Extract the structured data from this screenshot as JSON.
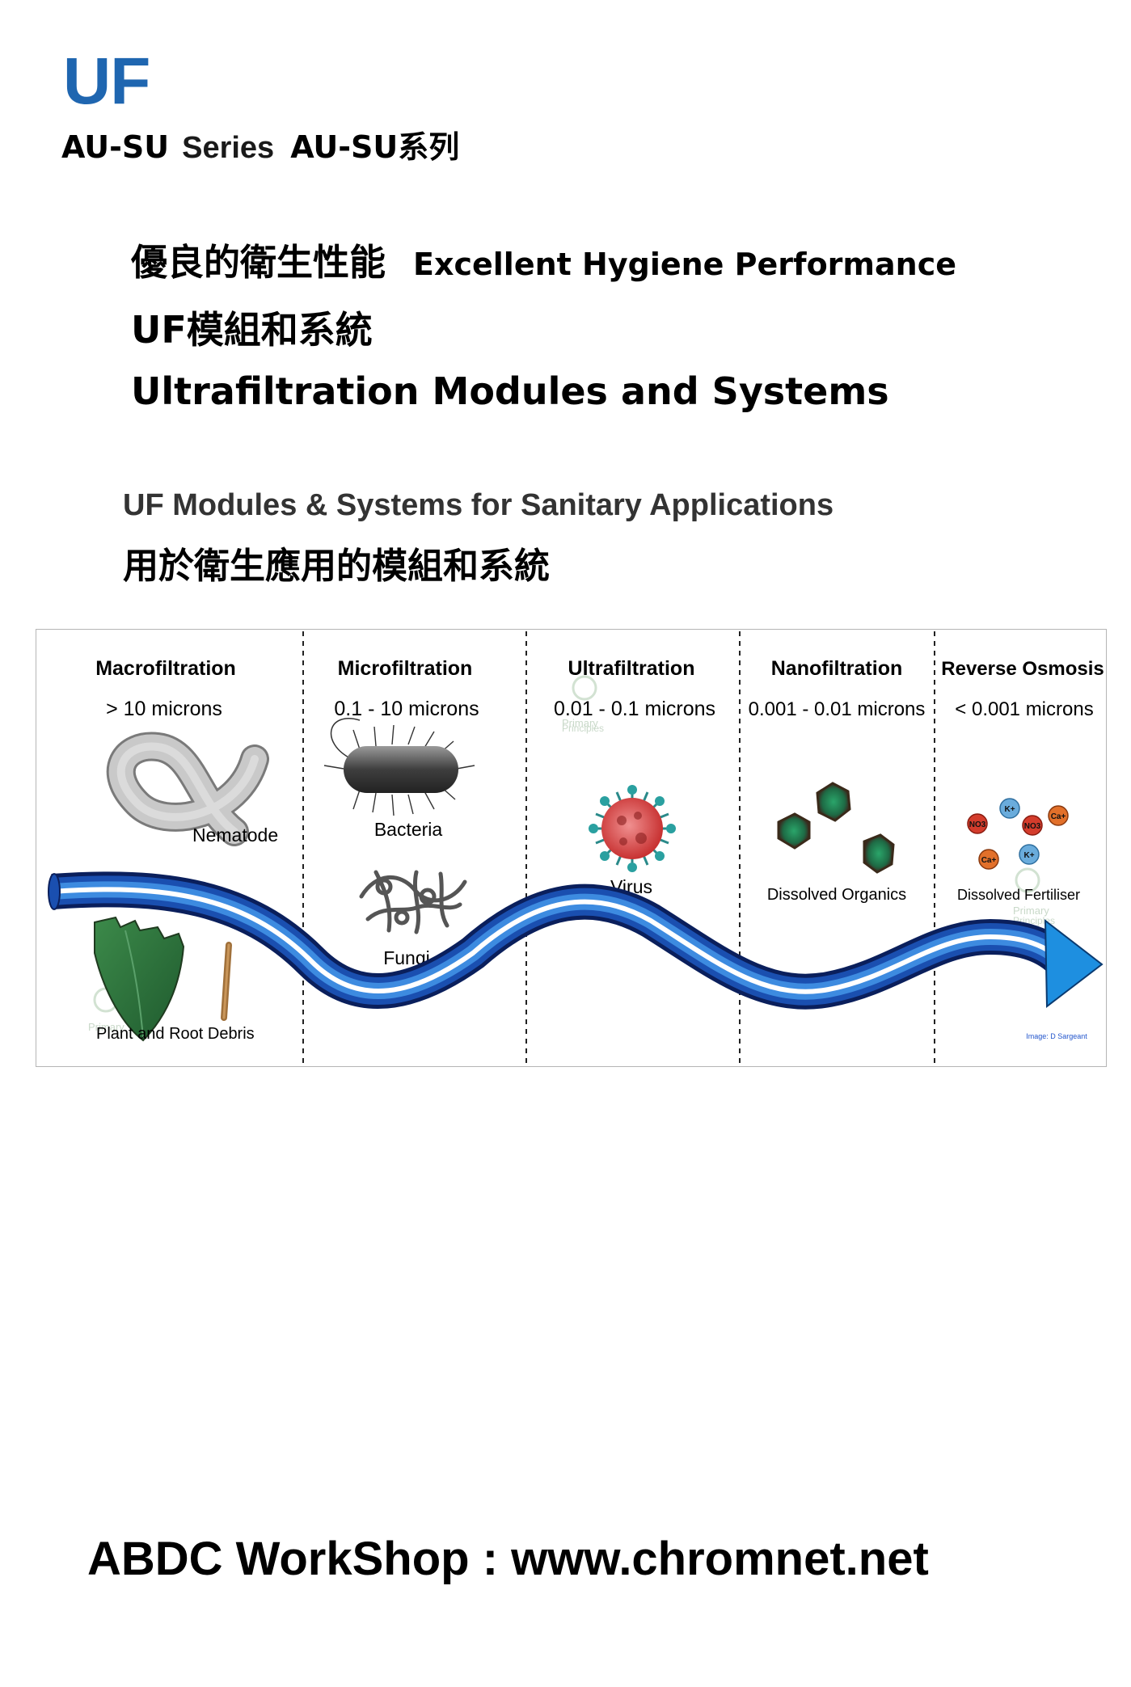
{
  "brand": {
    "logo": "UF",
    "series_en_1": "AU-SU",
    "series_en_2": "Series",
    "series_zh": "AU-SU系列"
  },
  "headline": {
    "line1_zh": "優良的衛生性能",
    "line1_en": "Excellent Hygiene Performance",
    "line2": "UF模組和系統",
    "line3": "Ultrafiltration Modules and Systems"
  },
  "subtitle": {
    "en": "UF Modules & Systems for Sanitary Applications",
    "zh": "用於衛生應用的模組和系統"
  },
  "diagram": {
    "columns": [
      {
        "title": "Macrofiltration",
        "range": "> 10 microns"
      },
      {
        "title": "Microfiltration",
        "range": "0.1 - 10 microns"
      },
      {
        "title": "Ultrafiltration",
        "range": "0.01 - 0.1 microns"
      },
      {
        "title": "Nanofiltration",
        "range": "0.001 - 0.01 microns"
      },
      {
        "title": "Reverse Osmosis",
        "range": "< 0.001 microns"
      }
    ],
    "labels": {
      "nematode": "Nematode",
      "plant": "Plant and Root Debris",
      "bacteria": "Bacteria",
      "fungi": "Fungi",
      "virus": "Virus",
      "organics": "Dissolved Organics",
      "fertiliser": "Dissolved Fertiliser"
    },
    "ions": [
      "NO3",
      "K+",
      "NO3",
      "Ca+",
      "Ca+",
      "K+"
    ],
    "watermark": [
      "Primary",
      "Principles"
    ],
    "credit": "Image: D Sargeant"
  },
  "footer": {
    "text": "ABDC WorkShop : www.chromnet.net"
  }
}
